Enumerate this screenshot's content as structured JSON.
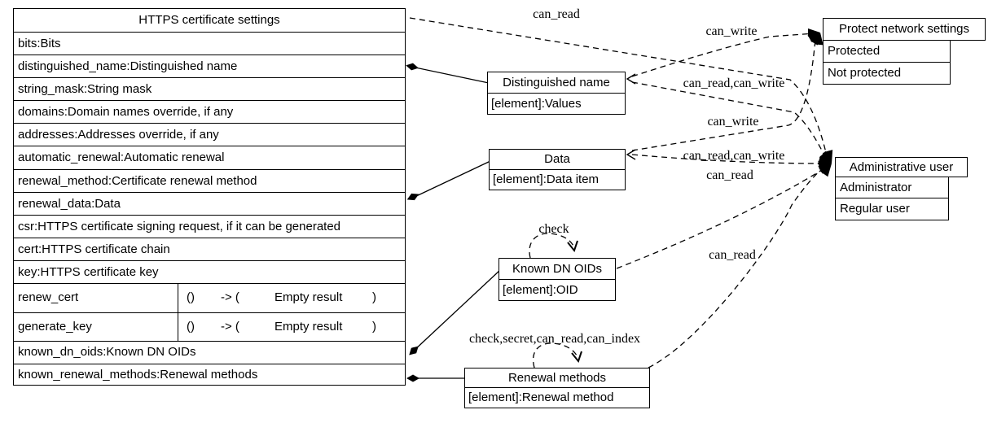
{
  "main_class": {
    "title": "HTTPS certificate settings",
    "rows": [
      "bits:Bits",
      "distinguished_name:Distinguished name",
      "string_mask:String mask",
      "domains:Domain names override, if any",
      "addresses:Addresses override, if any",
      "automatic_renewal:Automatic renewal",
      "renewal_method:Certificate renewal method",
      "renewal_data:Data",
      "csr:HTTPS certificate signing request, if it can be generated",
      "cert:HTTPS certificate chain",
      "key:HTTPS certificate key"
    ],
    "methods": [
      {
        "name": "renew_cert",
        "args": "()",
        "arrow": "-> (",
        "result": "Empty result",
        "close": ")"
      },
      {
        "name": "generate_key",
        "args": "()",
        "arrow": "-> (",
        "result": "Empty result",
        "close": ")"
      }
    ],
    "rows_bottom": [
      "known_dn_oids:Known DN OIDs",
      "known_renewal_methods:Renewal methods"
    ]
  },
  "nodes": {
    "distinguished_name": {
      "title": "Distinguished name",
      "row": "[element]:Values"
    },
    "data": {
      "title": "Data",
      "row": "[element]:Data item"
    },
    "known_dn_oids": {
      "title": "Known DN OIDs",
      "row": "[element]:OID"
    },
    "renewal_methods": {
      "title": "Renewal methods",
      "row": "[element]:Renewal method"
    },
    "protect_network_settings": {
      "title": "Protect network settings",
      "values": [
        "Protected",
        "Not protected"
      ]
    },
    "administrative_user": {
      "title": "Administrative user",
      "values": [
        "Administrator",
        "Regular user"
      ]
    }
  },
  "edge_labels": {
    "table_admin": "can_read",
    "dn_protect": "can_write",
    "dn_admin": "can_read,can_write",
    "data_protect": "can_write",
    "data_admin": "can_read,can_write",
    "oids_admin": "can_read",
    "renewal_admin": "can_read",
    "oids_loop": "check",
    "renewal_loop": "check,secret,can_read,can_index"
  },
  "colors": {
    "line": "#000000",
    "background": "#ffffff"
  }
}
